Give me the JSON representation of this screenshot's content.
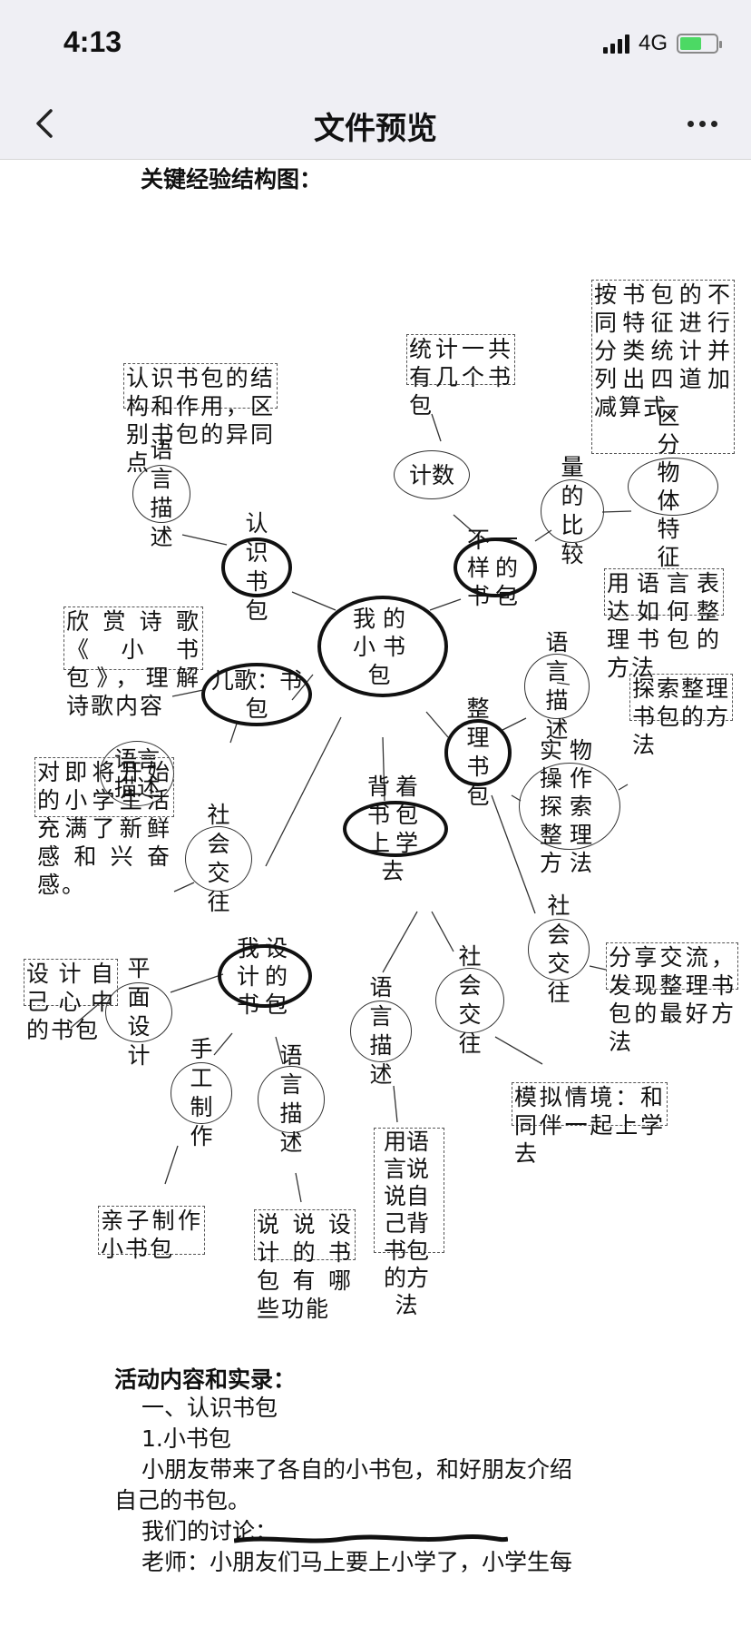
{
  "status": {
    "time": "4:13",
    "network": "4G",
    "battery_level": 0.6
  },
  "nav": {
    "title": "文件预览",
    "back_icon": "chevron-left-icon",
    "more_icon": "more-icon"
  },
  "doc": {
    "section1_title": "关键经验结构图：",
    "mindmap": {
      "center": "我的小书包",
      "nodes": {
        "know_bag": "认识书包",
        "different": "不一样的书包",
        "song": "儿歌：书包",
        "organize": "整理书包",
        "carry": "背着书包上学去",
        "design": "我设计的书包",
        "lang_desc_1": "语言描述",
        "count": "计数",
        "compare": "量的比较",
        "classify": "区分物体特征",
        "lang_desc_2": "语言描述",
        "lang_desc_3": "语言描述",
        "hands_on": "实物操作探索整理方法",
        "social_1": "社会交往",
        "social_2": "社会交往",
        "social_3": "社会交往",
        "plane_design": "平面设计",
        "handmade": "手工制作",
        "lang_desc_4": "语言描述",
        "lang_desc_5": "语言描述"
      },
      "boxes": {
        "know_structure": "认识书包的结构和作用，区别书包的异同点",
        "count_total": "统计一共有几个书包",
        "classify_stats": "按书包的不同特征进行分类统计并列出四道加减算式。",
        "poem": "欣赏诗歌《小书包》，理解诗歌内容",
        "express_organize": "用语言表达如何整理书包的方法",
        "explore_organize": "探索整理书包的方法",
        "excited": "对即将开始的小学生活充满了新鲜感和兴奋感。",
        "share": "分享交流，发现整理书包的最好方法",
        "design_own": "设计自己心中的书包",
        "simulate": "模拟情境：和同伴一起上学去",
        "parent_child": "亲子制作小书包",
        "tell_design": "说说设计的书包有哪些功能",
        "tell_own": "用语言说说自己背书包的方法"
      }
    },
    "section2_title": "活动内容和实录：",
    "paragraphs": [
      "一、认识书包",
      "1.小书包",
      "小朋友带来了各自的小书包，和好朋友介绍",
      "自己的书包。",
      "我们的讨论：",
      "老师：小朋友们马上要上小学了，小学生每"
    ]
  }
}
